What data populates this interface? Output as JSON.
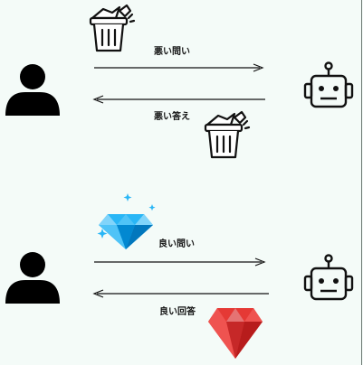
{
  "colors": {
    "background": "#f4fbf8",
    "figure": "#000000",
    "diamond": "#29b6f6",
    "ruby": "#e53935"
  },
  "icons": {
    "user": "person-icon",
    "robot": "robot-icon",
    "bad": "trash-can-icon",
    "good_question": "diamond-icon",
    "good_answer": "ruby-gem-icon"
  },
  "bad_exchange": {
    "question_label": "悪い問い",
    "answer_label": "悪い答え"
  },
  "good_exchange": {
    "question_label": "良い問い",
    "answer_label": "良い回答"
  }
}
